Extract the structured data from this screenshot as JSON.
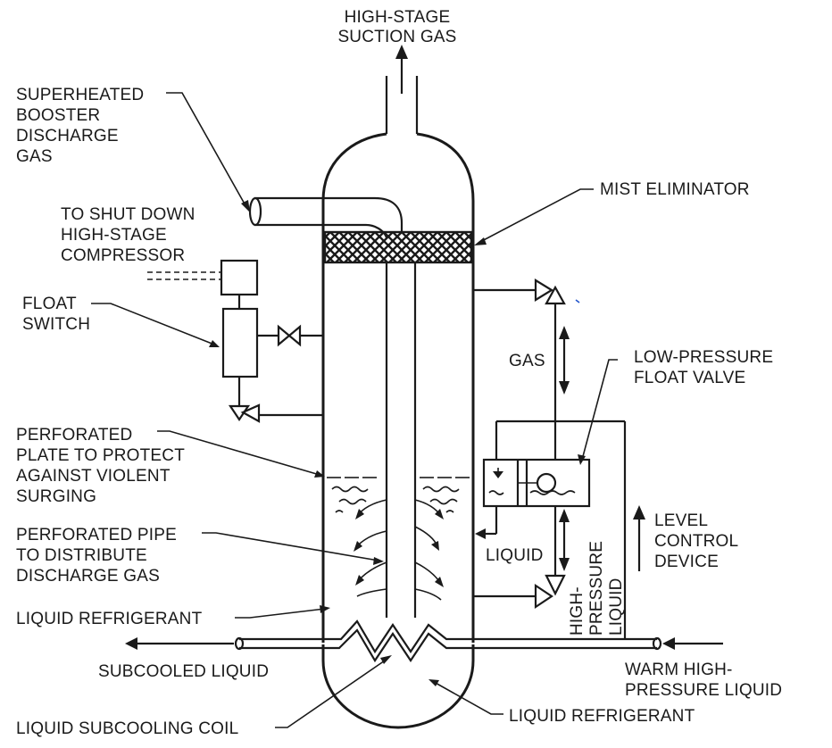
{
  "labels": {
    "high_stage_suction": [
      "HIGH-STAGE",
      "SUCTION GAS"
    ],
    "superheated_booster": [
      "SUPERHEATED",
      "BOOSTER",
      "DISCHARGE",
      "GAS"
    ],
    "to_shut_down": [
      "TO SHUT DOWN",
      "HIGH-STAGE",
      "COMPRESSOR"
    ],
    "float_switch": [
      "FLOAT",
      "SWITCH"
    ],
    "mist_eliminator": "MIST ELIMINATOR",
    "gas": "GAS",
    "low_pressure_float_valve": [
      "LOW-PRESSURE",
      "FLOAT VALVE"
    ],
    "perforated_plate": [
      "PERFORATED",
      "PLATE TO PROTECT",
      "AGAINST VIOLENT",
      "SURGING"
    ],
    "perforated_pipe": [
      "PERFORATED PIPE",
      "TO DISTRIBUTE",
      "DISCHARGE GAS"
    ],
    "liquid": "LIQUID",
    "level_control_device": [
      "LEVEL",
      "CONTROL",
      "DEVICE"
    ],
    "high_pressure_liquid": [
      "HIGH-",
      "PRESSURE",
      "LIQUID"
    ],
    "liquid_refrigerant_left": "LIQUID REFRIGERANT",
    "subcooled_liquid": "SUBCOOLED LIQUID",
    "warm_high_pressure_liquid": [
      "WARM HIGH-",
      "PRESSURE LIQUID"
    ],
    "liquid_subcooling_coil": "LIQUID SUBCOOLING COIL",
    "liquid_refrigerant_bottom": "LIQUID REFRIGERANT"
  }
}
